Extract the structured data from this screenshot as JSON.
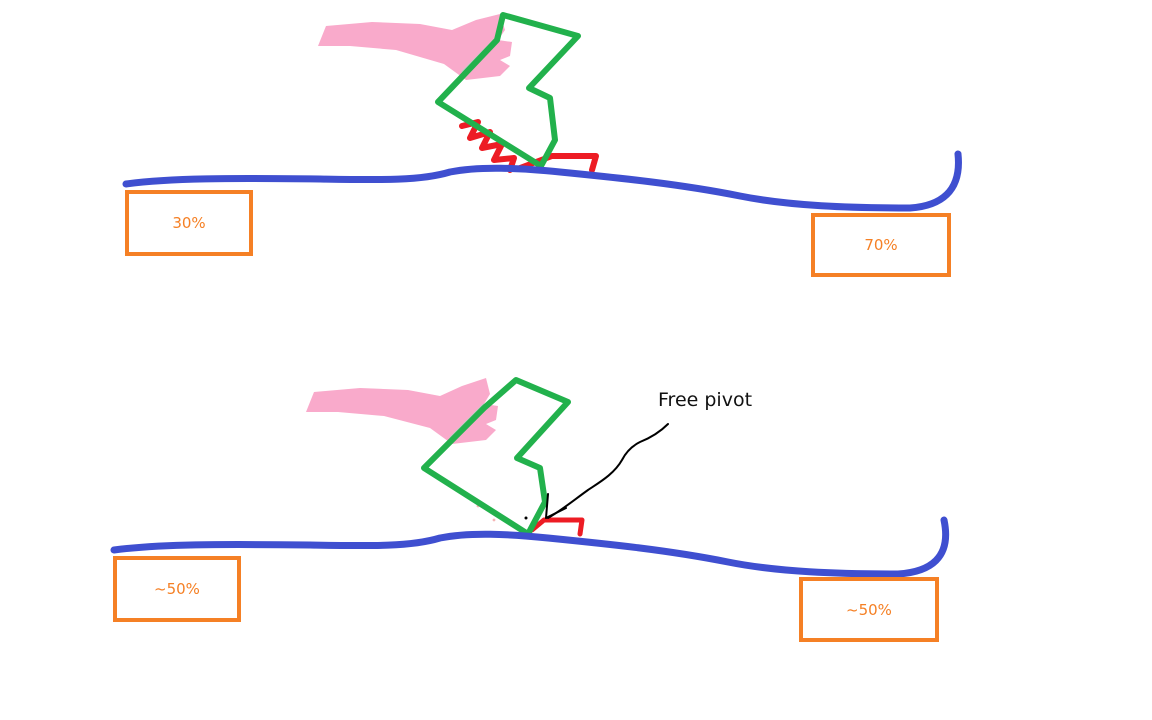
{
  "top_scene": {
    "left_box_label": "30%",
    "right_box_label": "70%"
  },
  "bottom_scene": {
    "left_box_label": "~50%",
    "right_box_label": "~50%",
    "annotation": "Free pivot"
  },
  "colors": {
    "board": "#3f4fd0",
    "binding": "#22b14c",
    "hand": "#f9aacb",
    "pad": "#ed1c24",
    "box": "#f58025",
    "arrow": "#000000"
  },
  "icons": [
    "hand-icon",
    "binding-icon",
    "board-icon",
    "arrow-icon"
  ]
}
